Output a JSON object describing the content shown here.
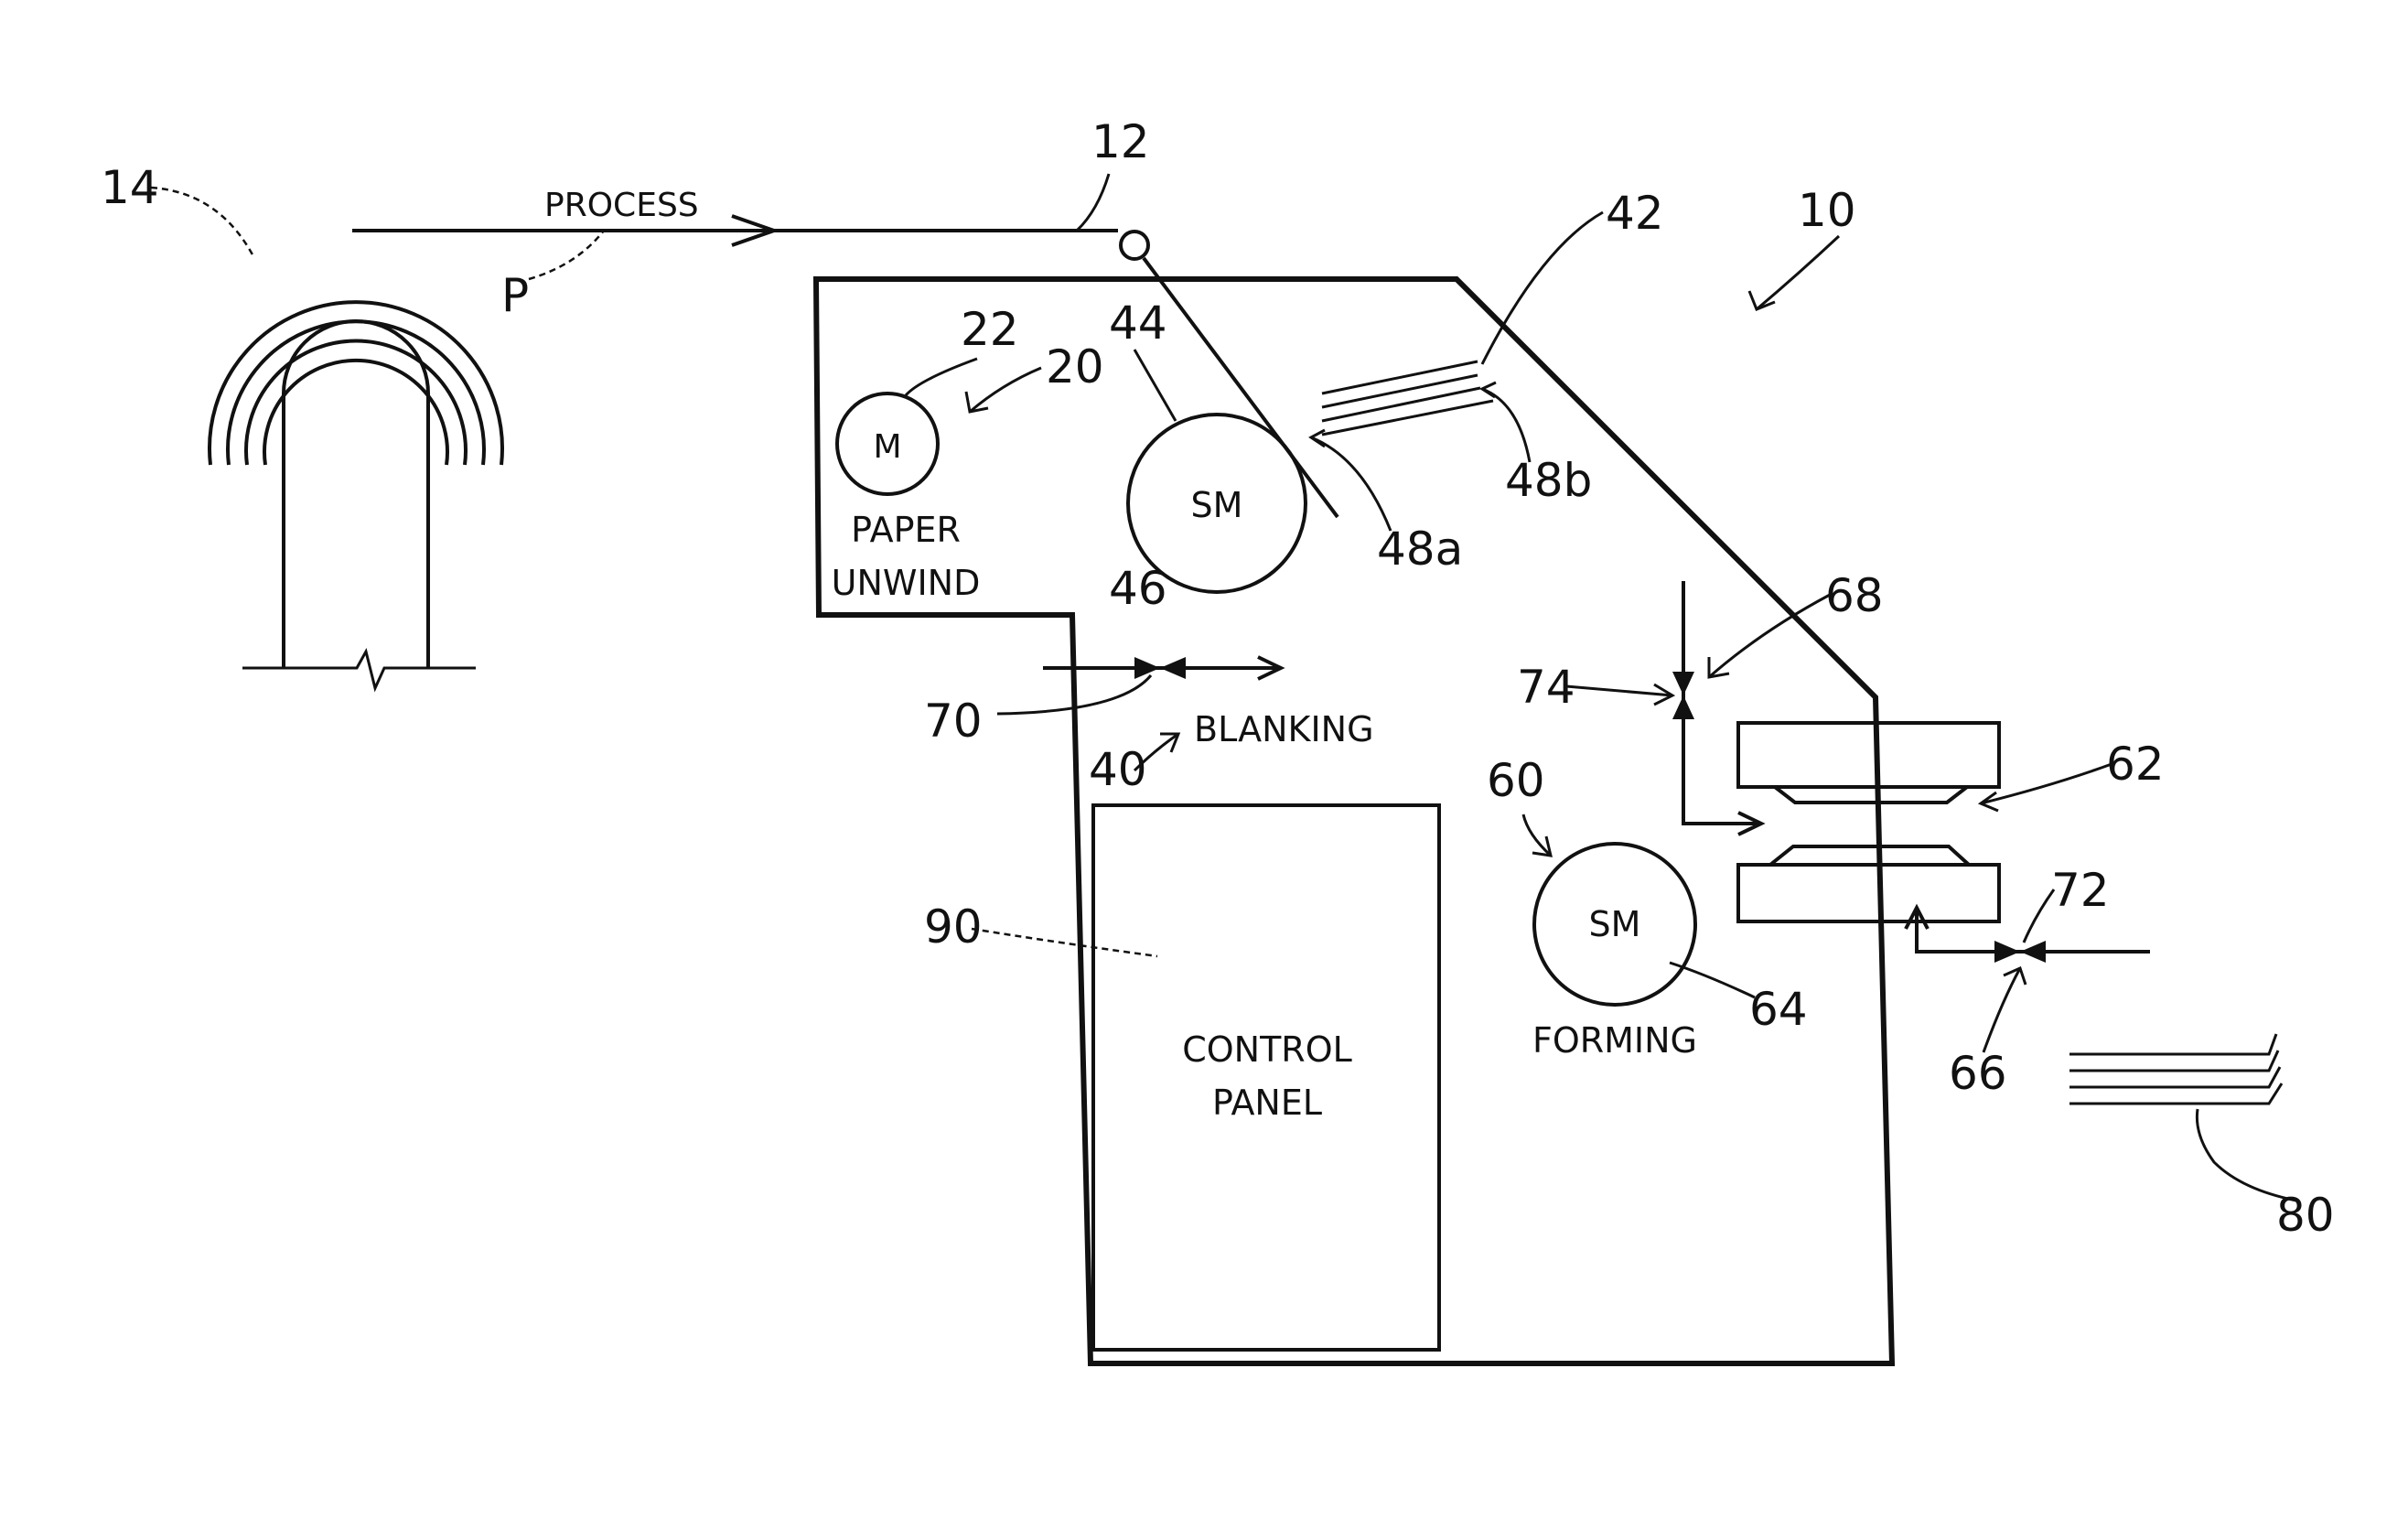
{
  "refs": {
    "r10": "10",
    "r12": "12",
    "r14": "14",
    "r20": "20",
    "r22": "22",
    "r40": "40",
    "r42": "42",
    "r44": "44",
    "r46": "46",
    "r48a": "48a",
    "r48b": "48b",
    "r60": "60",
    "r62": "62",
    "r64": "64",
    "r66": "66",
    "r68": "68",
    "r70": "70",
    "r72": "72",
    "r74": "74",
    "r80": "80",
    "r90": "90",
    "rP": "P"
  },
  "labels": {
    "process": "PROCESS",
    "motor": "M",
    "servo_unwind": "SM",
    "servo_forming": "SM",
    "paper": "PAPER",
    "unwind": "UNWIND",
    "blanking": "BLANKING",
    "forming": "FORMING",
    "control": "CONTROL",
    "panel": "PANEL"
  },
  "colors": {
    "line": "#111111",
    "background": "#ffffff"
  }
}
